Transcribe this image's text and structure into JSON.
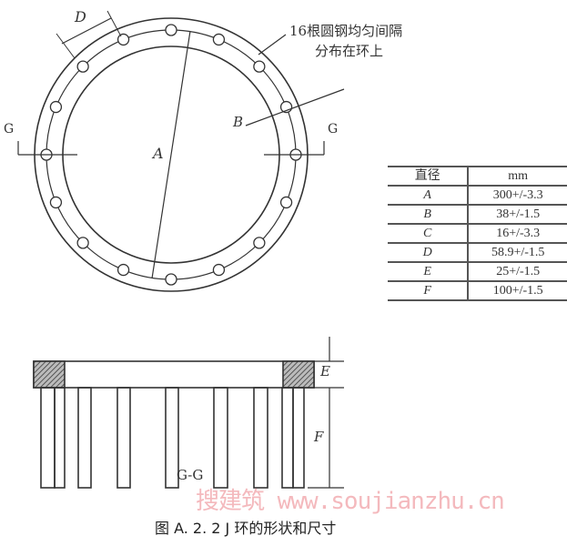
{
  "labels": {
    "D": "D",
    "A": "A",
    "B": "B",
    "G_left": "G",
    "G_right": "G",
    "E": "E",
    "F": "F",
    "note_line1": "16根圆钢均匀间隔",
    "note_line2": "分布在环上",
    "section": "G-G"
  },
  "table": {
    "headers": [
      "直径",
      "mm"
    ],
    "rows": [
      [
        "A",
        "300+/-3.3"
      ],
      [
        "B",
        "38+/-1.5"
      ],
      [
        "C",
        "16+/-3.3"
      ],
      [
        "D",
        "58.9+/-1.5"
      ],
      [
        "E",
        "25+/-1.5"
      ],
      [
        "F",
        "100+/-1.5"
      ]
    ]
  },
  "caption": "图 A. 2. 2   J 环的形状和尺寸",
  "watermark": "搜建筑 www.soujianzhu.cn",
  "rod_count": 16,
  "colors": {
    "line": "#333333",
    "watermark": "#f4b9bd"
  }
}
